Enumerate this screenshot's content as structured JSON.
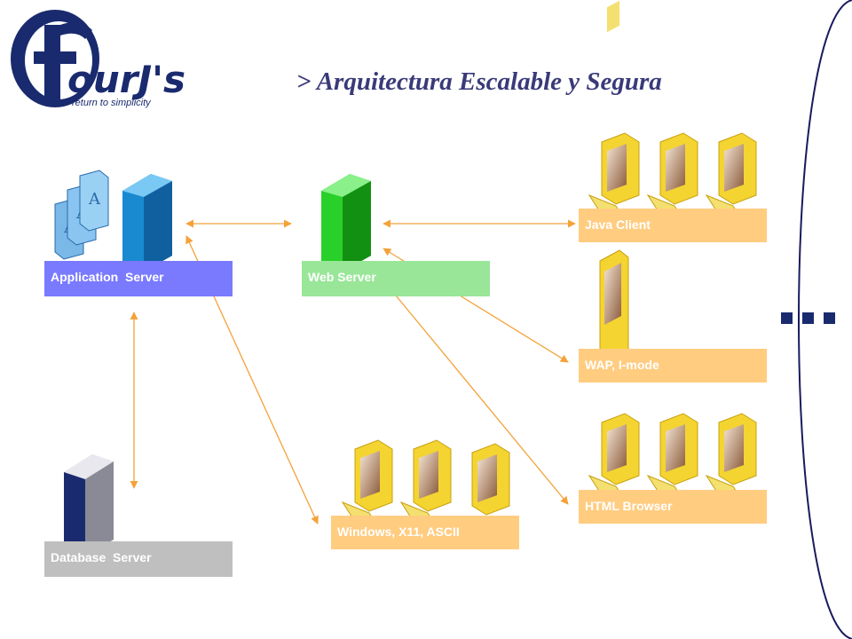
{
  "logo": {
    "brand": "fourJ's",
    "tagline": "return to simplicity"
  },
  "title": "> Arquitectura Escalable y Segura",
  "nodes": {
    "application_server": "Application  Server",
    "web_server": "Web Server",
    "database_server": "Database  Server",
    "java_client": "Java Client",
    "wap": "WAP, I-mode",
    "html_browser": "HTML Browser",
    "windows": "Windows, X11, ASCII"
  },
  "colors": {
    "app_label": "#7a7aff",
    "web_label": "#99e699",
    "db_label": "#bfbfbf",
    "client_label": "#ffcc80",
    "arrow": "#f4a23a",
    "logo_blue": "#1a2a6e",
    "title": "#3a3a7a"
  },
  "icons": [
    "document-stack-icon",
    "server-tower-icon",
    "computer-icon",
    "mobile-phone-icon"
  ],
  "more_indicator": "more-ellipsis"
}
